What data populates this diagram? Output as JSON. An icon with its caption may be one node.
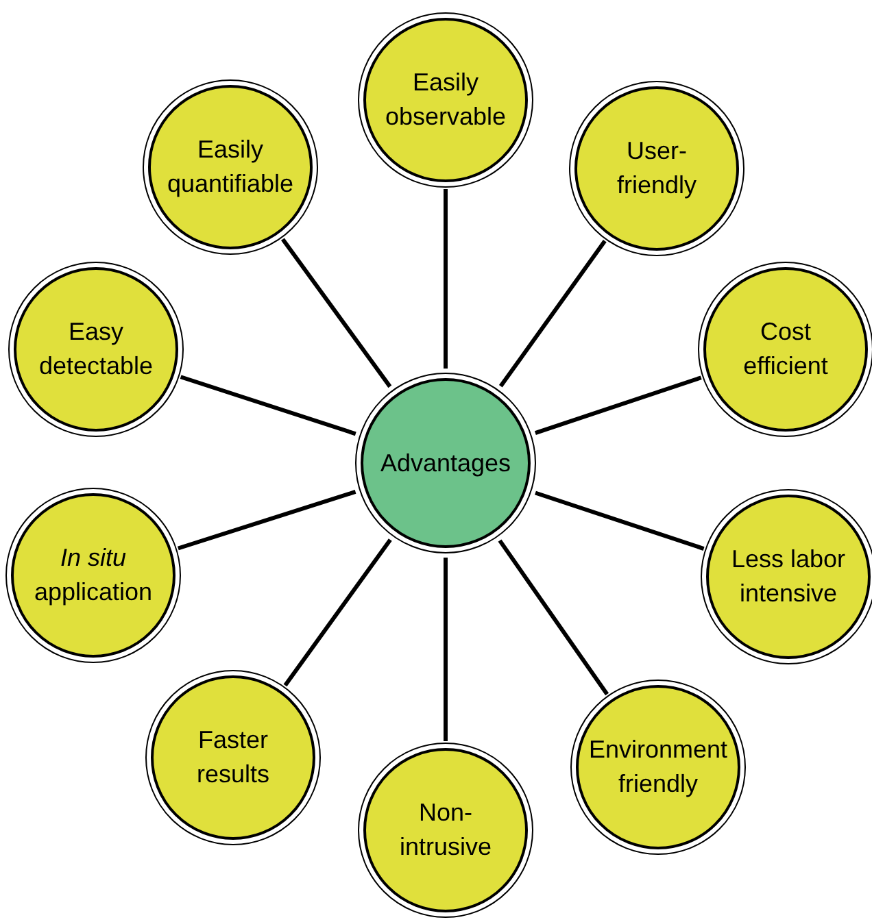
{
  "diagram": {
    "nodes": [
      {
        "text": [
          "Advantages"
        ]
      },
      {
        "text": [
          "Easily observable"
        ]
      },
      {
        "text": [
          "User-friendly"
        ]
      },
      {
        "text": [
          "Cost efficient"
        ]
      },
      {
        "text": [
          "Less labor intensive"
        ]
      },
      {
        "text": [
          "Environment friendly"
        ]
      },
      {
        "text": [
          "Non-intrusive"
        ]
      },
      {
        "text": [
          "Faster results"
        ]
      },
      {
        "text": [
          "*In situ* application"
        ]
      },
      {
        "text": [
          "Easy detectable"
        ]
      },
      {
        "text": [
          "Easily quantifiable"
        ]
      }
    ],
    "edges": [
      {
        "from": 0,
        "to": 1,
        "arrow": "none"
      },
      {
        "from": 0,
        "to": 2,
        "arrow": "none"
      },
      {
        "from": 0,
        "to": 3,
        "arrow": "none"
      },
      {
        "from": 0,
        "to": 4,
        "arrow": "none"
      },
      {
        "from": 0,
        "to": 5,
        "arrow": "none"
      },
      {
        "from": 0,
        "to": 6,
        "arrow": "none"
      },
      {
        "from": 0,
        "to": 7,
        "arrow": "none"
      },
      {
        "from": 0,
        "to": 8,
        "arrow": "none"
      },
      {
        "from": 0,
        "to": 9,
        "arrow": "none"
      },
      {
        "from": 0,
        "to": 10,
        "arrow": "none"
      }
    ]
  }
}
